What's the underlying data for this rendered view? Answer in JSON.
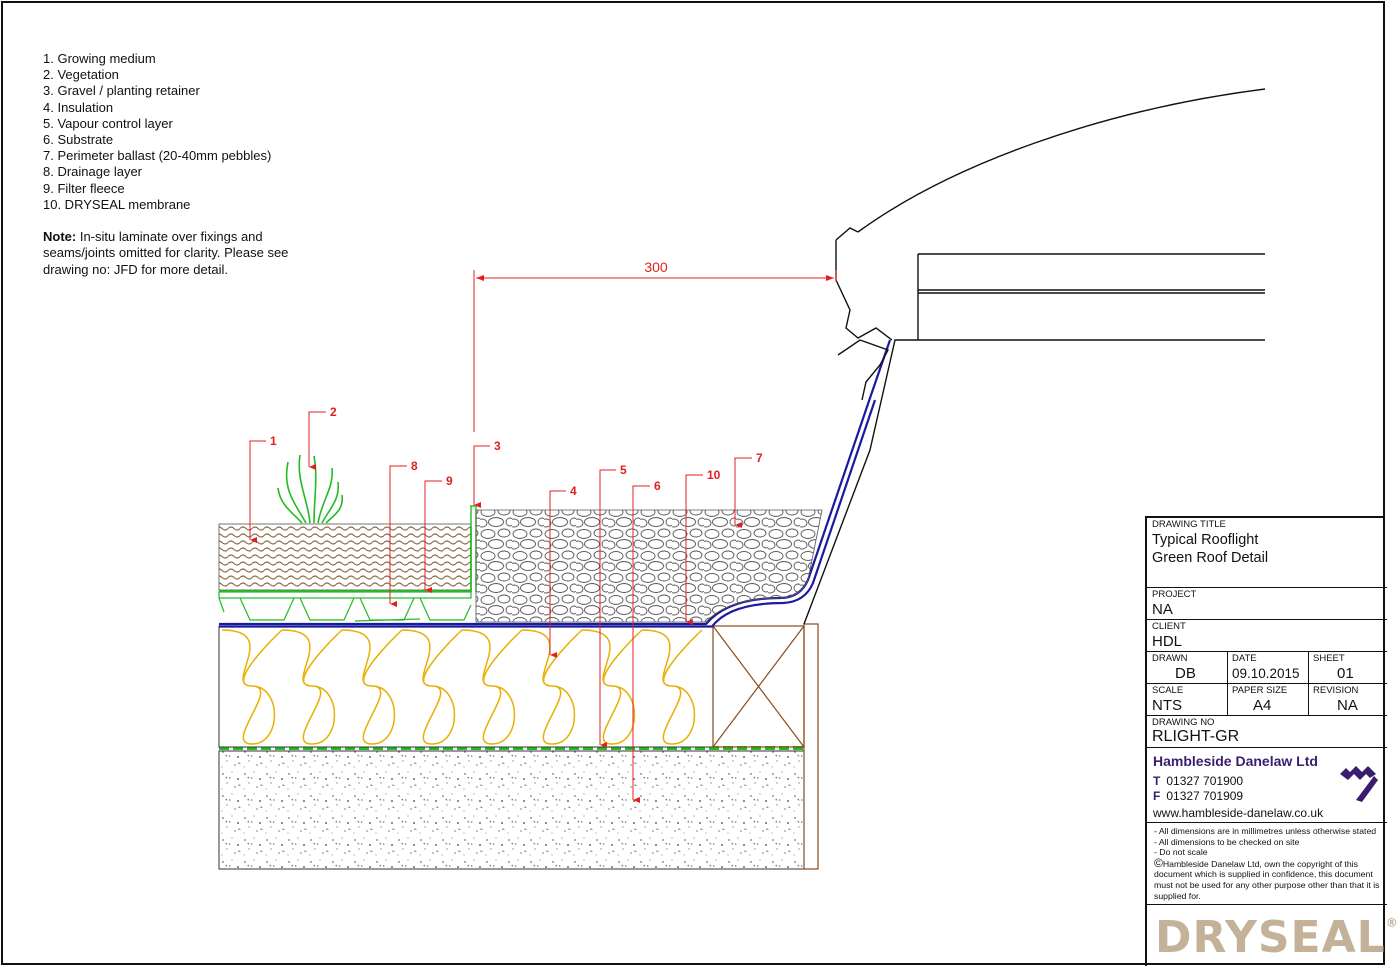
{
  "legend": [
    "1. Growing medium",
    "2. Vegetation",
    "3. Gravel / planting retainer",
    "4. Insulation",
    "5. Vapour control layer",
    "6. Substrate",
    "7. Perimeter ballast (20-40mm pebbles)",
    "8. Drainage layer",
    "9. Filter fleece",
    "10. DRYSEAL membrane"
  ],
  "note": {
    "label": "Note:",
    "text": " In-situ laminate over fixings and seams/joints omitted for clarity. Please see drawing no: JFD for more detail."
  },
  "dimension": "300",
  "callouts": [
    "1",
    "2",
    "3",
    "4",
    "5",
    "6",
    "7",
    "8",
    "9",
    "10"
  ],
  "title_block": {
    "drawing_title_label": "DRAWING TITLE",
    "drawing_title_line1": "Typical Rooflight",
    "drawing_title_line2": "Green Roof Detail",
    "project_label": "PROJECT",
    "project": "NA",
    "client_label": "CLIENT",
    "client": "HDL",
    "drawn_label": "DRAWN",
    "drawn": "DB",
    "date_label": "DATE",
    "date": "09.10.2015",
    "sheet_label": "SHEET",
    "sheet": "01",
    "scale_label": "SCALE",
    "scale": "NTS",
    "paper_size_label": "PAPER SIZE",
    "paper_size": "A4",
    "revision_label": "REVISION",
    "revision": "NA",
    "drawing_no_label": "DRAWING NO",
    "drawing_no": "RLIGHT-GR",
    "company": "Hambleside Danelaw Ltd",
    "tel_label": "T",
    "tel": "01327 701900",
    "fax_label": "F",
    "fax": "01327 701909",
    "web": "www.hambleside-danelaw.co.uk",
    "disclaimer1": "- All dimensions are in millimetres unless otherwise stated",
    "disclaimer2": "- All dimensions to be checked on site",
    "disclaimer3": "- Do not scale",
    "copyright": "Hambleside Danelaw Ltd, own the copyright of this document which is supplied in confidence, this document must not be used for any other purpose other than that it is supplied for.",
    "brand": "DRYSEAL"
  },
  "colors": {
    "callout": "#e02020",
    "insulation": "#e8b000",
    "membrane": "#1a1aa0",
    "green": "#22bb22",
    "growing_medium": "#8a6a4a",
    "company": "#3a1d6e",
    "brand": "#c3b298"
  }
}
